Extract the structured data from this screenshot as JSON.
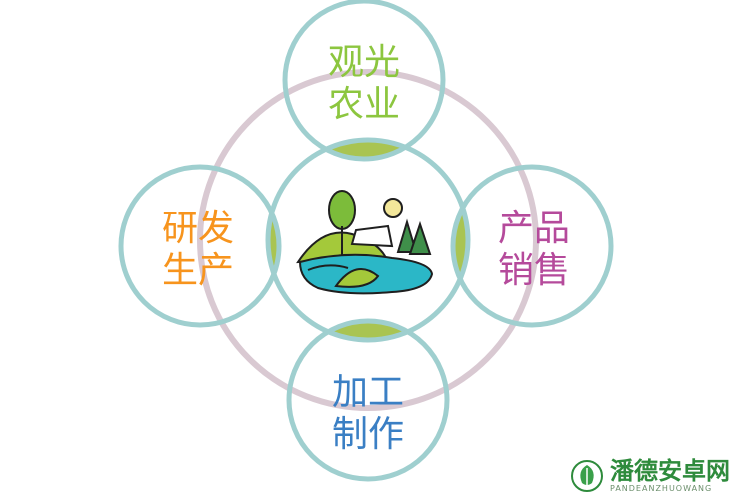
{
  "diagram": {
    "top_node": {
      "line1": "观光",
      "line2": "农业",
      "color": "#8cc63f"
    },
    "left_node": {
      "line1": "研发",
      "line2": "生产",
      "color": "#f7941d"
    },
    "right_node": {
      "line1": "产品",
      "line2": "销售",
      "color": "#b54a9b"
    },
    "bottom_node": {
      "line1": "加工",
      "line2": "制作",
      "color": "#3a7fc4"
    },
    "center_icon": "landscape-logo-icon",
    "colors": {
      "circle_stroke": "#9fcfcf",
      "ring_stroke": "#d9c9d2",
      "overlap_fill": "#a9c452"
    }
  },
  "watermark": {
    "title": "潘德安卓网",
    "subtitle": "PANDEANZHUOWANG",
    "icon": "leaf-badge-icon"
  }
}
